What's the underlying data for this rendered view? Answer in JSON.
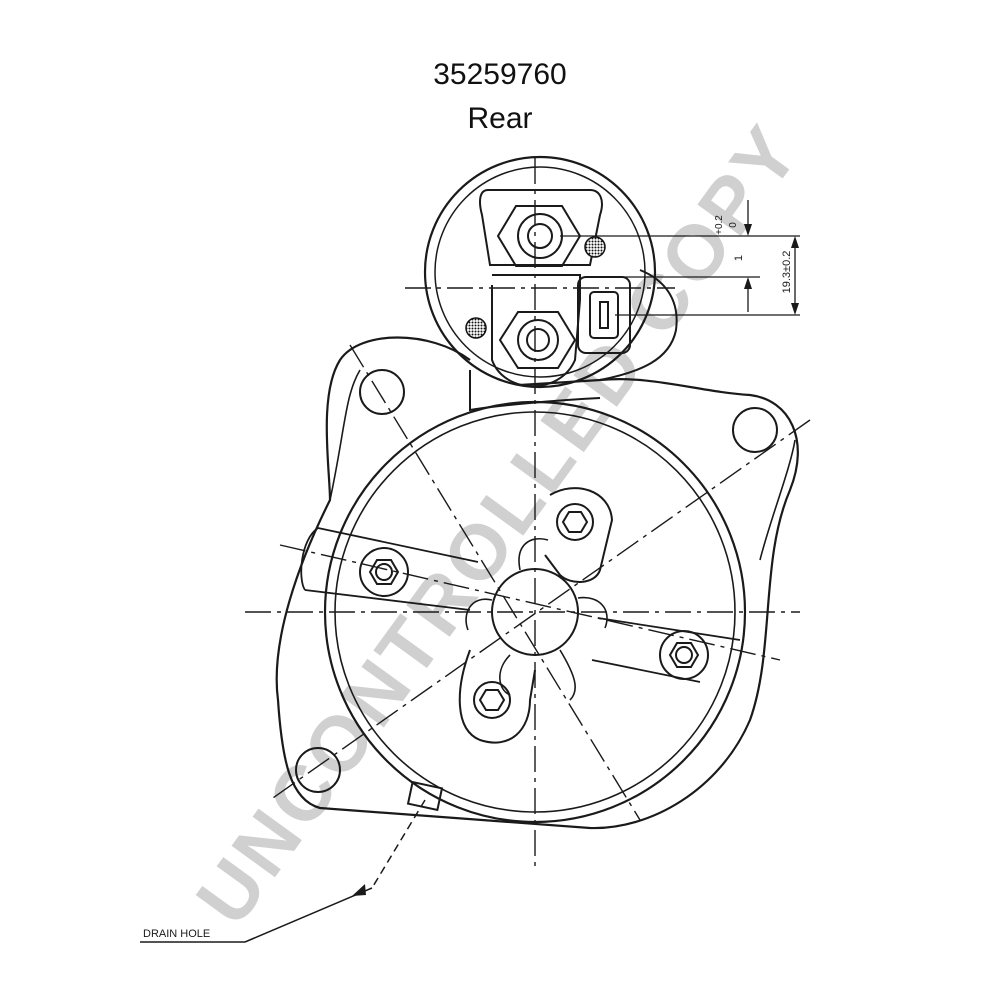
{
  "header": {
    "part_number": "35259760",
    "view_name": "Rear"
  },
  "annotations": {
    "drain_hole": "DRAIN HOLE",
    "tol_upper": "+0.2",
    "tol_lower": "0",
    "dim_small": "1",
    "dim_main": "19.3±0.2"
  },
  "watermark": {
    "text": "UNCONTROLLED COPY",
    "color": "#d0d0d0"
  },
  "colors": {
    "line": "#1a1a1a"
  }
}
